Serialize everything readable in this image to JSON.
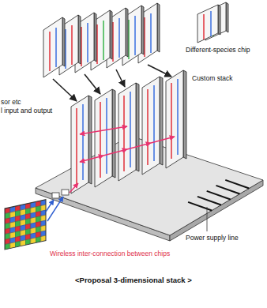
{
  "diagram": {
    "caption": "<Proposal 3-dimensional stack >",
    "labels": [
      "Different-species chip",
      "Custom stack",
      "sor etc",
      "l input and output",
      "Power supply line",
      "Wireless inter-connection between chips"
    ]
  }
}
